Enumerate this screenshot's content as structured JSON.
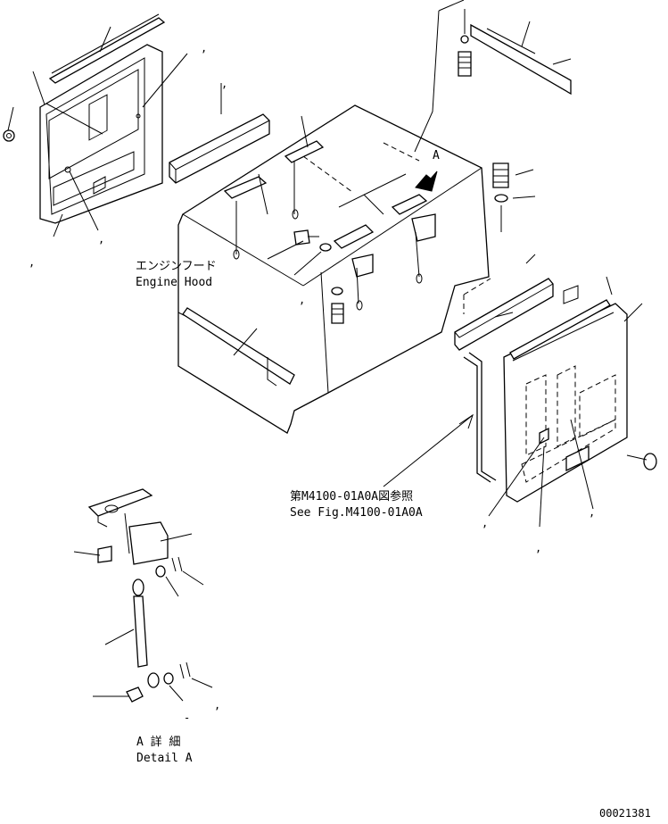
{
  "labels": {
    "engine_hood_jp": "エンジンフード",
    "engine_hood_en": "Engine Hood",
    "ref_jp": "第M4100-01A0A図参照",
    "ref_en": "See Fig.M4100-01A0A",
    "detail_letter": "A",
    "detail_jp": "A 詳 細",
    "detail_en": "Detail A",
    "drawing_number": "00021381"
  }
}
